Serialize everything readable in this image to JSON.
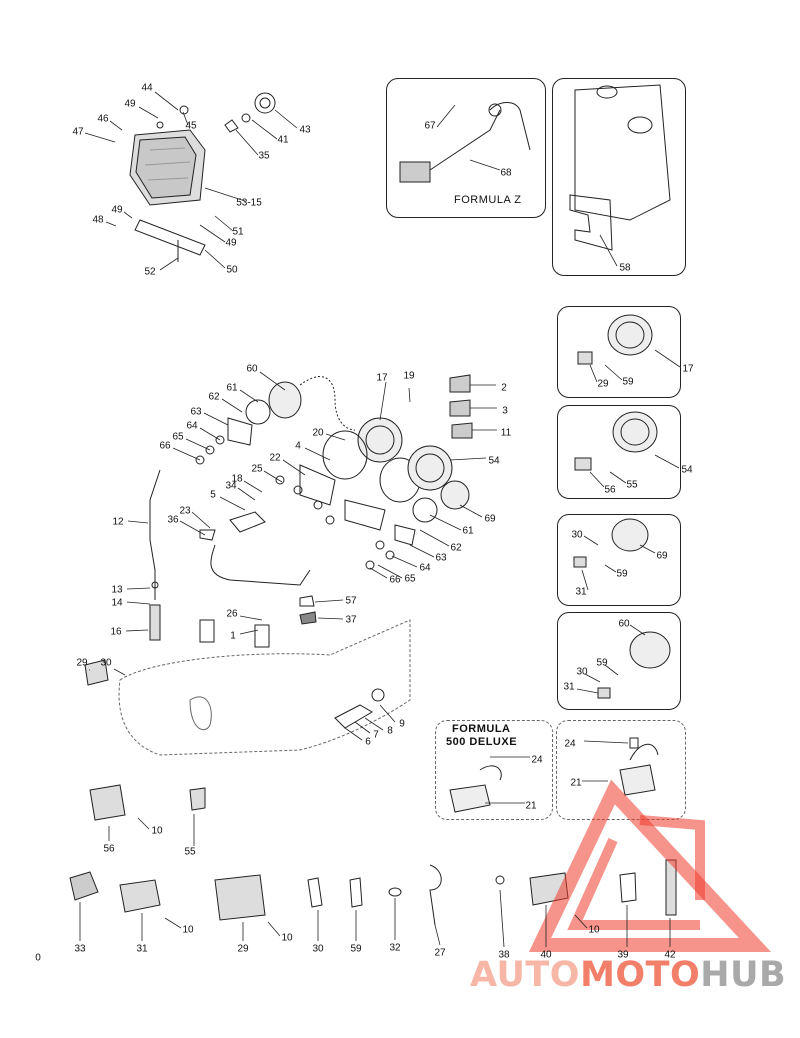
{
  "inset_labels": {
    "formula_z": "FORMULA  Z",
    "formula_500_line1": "FORMULA",
    "formula_500_line2": "500 DELUXE"
  },
  "part_numbers": [
    "44",
    "49",
    "45",
    "46",
    "47",
    "43",
    "41",
    "35",
    "53-15",
    "49",
    "48",
    "51",
    "49",
    "52",
    "50",
    "67",
    "68",
    "58",
    "60",
    "61",
    "62",
    "63",
    "64",
    "65",
    "66",
    "17",
    "19",
    "2",
    "3",
    "11",
    "20",
    "4",
    "54",
    "22",
    "25",
    "18",
    "34",
    "5",
    "23",
    "36",
    "69",
    "61",
    "62",
    "63",
    "64",
    "65",
    "66",
    "12",
    "13",
    "14",
    "16",
    "57",
    "37",
    "26",
    "1",
    "29",
    "30",
    "9",
    "8",
    "7",
    "6",
    "29",
    "59",
    "17",
    "56",
    "55",
    "54",
    "30",
    "69",
    "59",
    "31",
    "60",
    "59",
    "30",
    "31",
    "24",
    "24",
    "21",
    "21",
    "10",
    "56",
    "55",
    "33",
    "31",
    "10",
    "29",
    "10",
    "30",
    "59",
    "32",
    "27",
    "38",
    "40",
    "10",
    "39",
    "42",
    "0"
  ],
  "watermark": {
    "part1": "AUTO",
    "part2": "MOTO",
    "part3": "HUB"
  },
  "colors": {
    "watermark_light": "#f7b7a7",
    "watermark_red": "#f27f69",
    "watermark_gray": "#a9a9a9",
    "logo_red": "#ef3b2c",
    "line": "#222222"
  }
}
